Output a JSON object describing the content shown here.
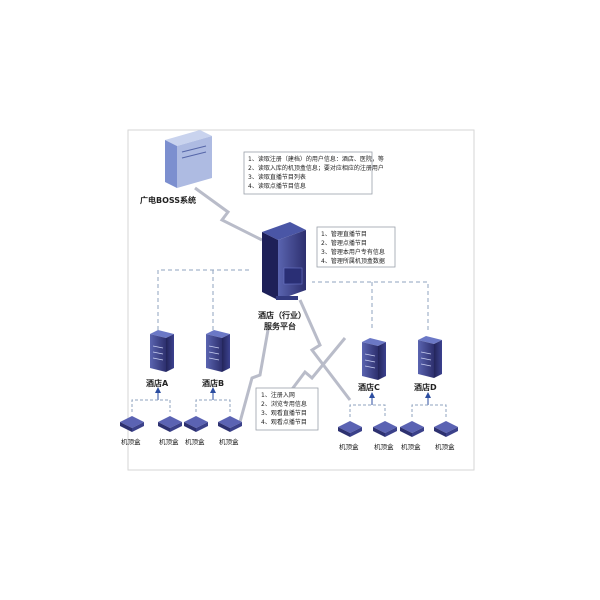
{
  "boss": {
    "label": "广电BOSS系统",
    "notes": [
      "1、读取注册（建档）的用户信息：酒店、医院，等",
      "2、读取入库的机顶盒信息；要对应相应的注册用户",
      "3、读取直播节目列表",
      "4、读取点播节目信息"
    ]
  },
  "platform": {
    "label_line1": "酒店（行业）",
    "label_line2": "服务平台",
    "notes": [
      "1、管理直播节目",
      "2、管理点播节目",
      "3、管理本用户专有信息",
      "4、管理所属机顶盒数据"
    ]
  },
  "hotels": [
    {
      "label": "酒店A"
    },
    {
      "label": "酒店B"
    },
    {
      "label": "酒店C"
    },
    {
      "label": "酒店D"
    }
  ],
  "stb_label": "机顶盒",
  "stb_notes": [
    "1、注册入网",
    "2、浏览专用信息",
    "3、观看直播节目",
    "4、观看点播节目"
  ],
  "colors": {
    "border": "#cfcfcf",
    "dashed": "#8fa3bf",
    "server_dark": "#2d2f6e",
    "server_light": "#5a64b0",
    "stb": "#3a418a",
    "arrow": "#2b4da0"
  }
}
